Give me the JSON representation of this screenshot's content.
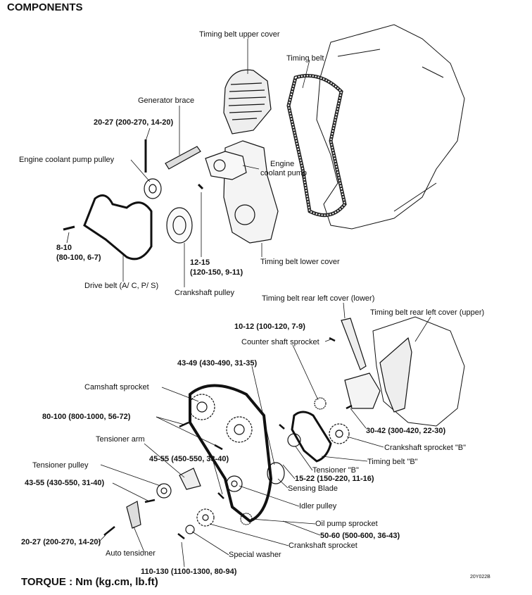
{
  "header": {
    "title": "COMPONENTS"
  },
  "footer": {
    "torque_note": "TORQUE : Nm (kg.cm, lb.ft)",
    "figure_code": "20Y022B"
  },
  "upper_labels": {
    "timing_belt_upper_cover": "Timing belt upper cover",
    "timing_belt": "Timing belt",
    "generator_brace": "Generator brace",
    "torque_20_27_top": "20-27 (200-270, 14-20)",
    "engine_coolant_pump_pulley": "Engine coolant pump pulley",
    "engine_coolant_pump_line1": "Engine",
    "engine_coolant_pump_line2": "coolant pump",
    "torque_8_10_line1": "8-10",
    "torque_8_10_line2": "(80-100, 6-7)",
    "torque_12_15_line1": "12-15",
    "torque_12_15_line2": "(120-150, 9-11)",
    "timing_belt_lower_cover": "Timing belt lower cover",
    "drive_belt": "Drive belt (A/ C, P/ S)",
    "crankshaft_pulley": "Crankshaft pulley"
  },
  "lower_labels": {
    "rear_left_cover_lower": "Timing belt rear left cover (lower)",
    "rear_left_cover_upper": "Timing belt rear left cover (upper)",
    "torque_10_12": "10-12 (100-120, 7-9)",
    "counter_shaft_sprocket": "Counter shaft sprocket",
    "torque_43_49": "43-49 (430-490, 31-35)",
    "camshaft_sprocket": "Camshaft sprocket",
    "torque_80_100": "80-100 (800-1000, 56-72)",
    "torque_30_42": "30-42 (300-420, 22-30)",
    "tensioner_arm": "Tensioner arm",
    "crankshaft_sprocket_b": "Crankshaft sprocket \"B\"",
    "torque_45_55": "45-55 (450-550, 33-40)",
    "timing_belt_b": "Timing belt \"B\"",
    "tensioner_b": "Tensioner \"B\"",
    "tensioner_pulley": "Tensioner pulley",
    "torque_15_22": "15-22 (150-220, 11-16)",
    "torque_43_55": "43-55 (430-550, 31-40)",
    "sensing_blade": "Sensing Blade",
    "idler_pulley": "Idler pulley",
    "oil_pump_sprocket": "Oil pump sprocket",
    "torque_20_27_bottom": "20-27 (200-270, 14-20)",
    "torque_50_60": "50-60 (500-600, 36-43)",
    "crankshaft_sprocket": "Crankshaft sprocket",
    "auto_tensioner": "Auto tensioner",
    "special_washer": "Special washer",
    "torque_110_130": "110-130 (1100-1300, 80-94)"
  }
}
